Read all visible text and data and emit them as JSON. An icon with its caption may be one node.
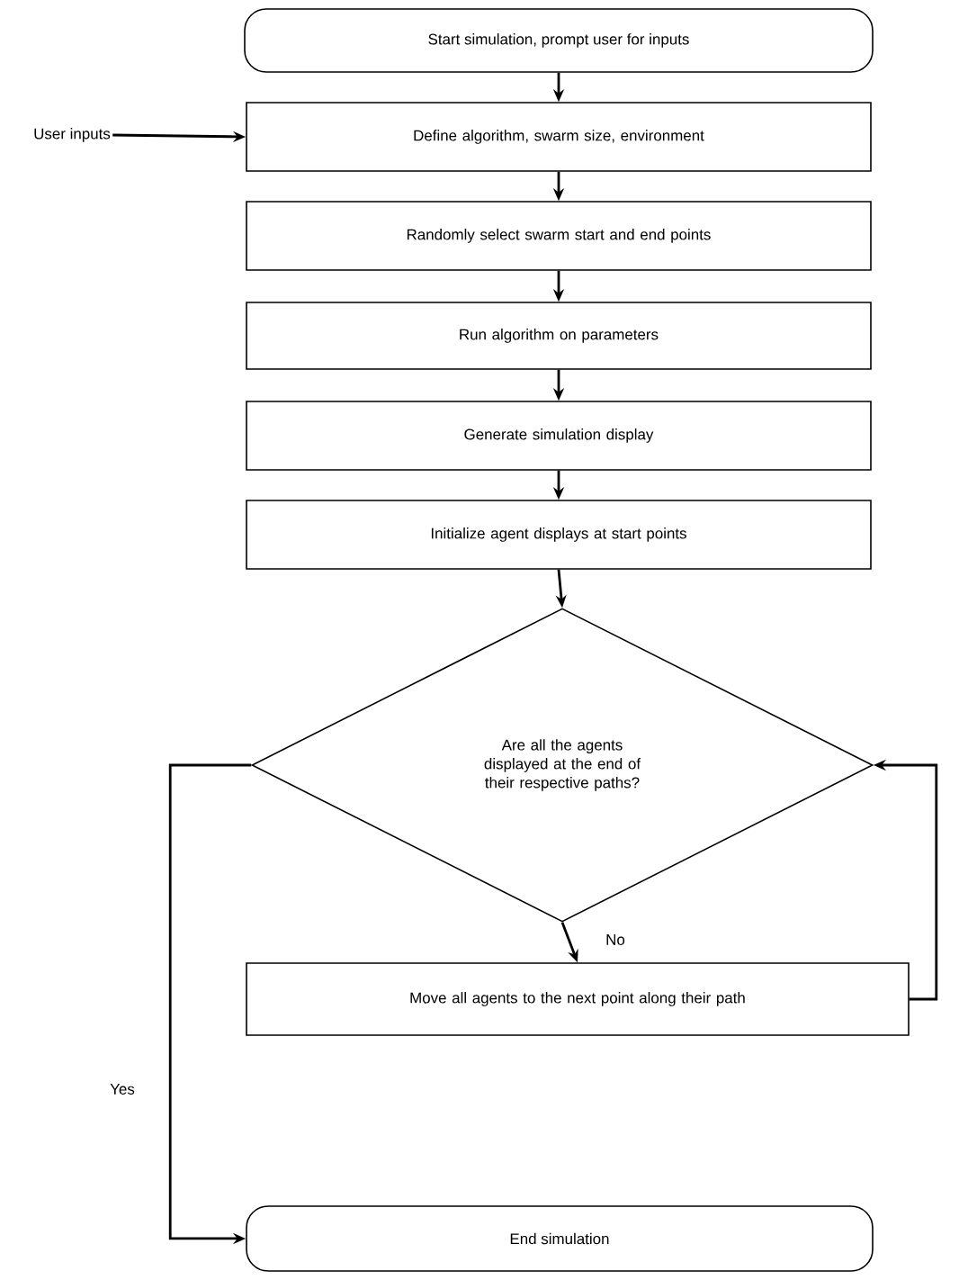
{
  "diagram": {
    "nodes": [
      {
        "text": [
          "Start simulation, prompt user for inputs"
        ]
      },
      {
        "text": [
          "User inputs"
        ]
      },
      {
        "text": [
          "Define algorithm, swarm size, environment"
        ]
      },
      {
        "text": [
          "Randomly select swarm start and end points"
        ]
      },
      {
        "text": [
          "Run algorithm on parameters"
        ]
      },
      {
        "text": [
          "Generate simulation display"
        ]
      },
      {
        "text": [
          "Initialize agent displays at start points"
        ]
      },
      {
        "text": [
          "Are all the agents displayed at the end of their respective paths?"
        ]
      },
      {
        "text": [
          "Move all agents to the next point along their path"
        ]
      },
      {
        "text": [
          "End simulation"
        ]
      }
    ],
    "edges": [
      {
        "from": 0,
        "to": 2,
        "arrow": "to"
      },
      {
        "from": 1,
        "to": 2,
        "arrow": "to"
      },
      {
        "from": 2,
        "to": 3,
        "arrow": "to"
      },
      {
        "from": 3,
        "to": 4,
        "arrow": "to"
      },
      {
        "from": 4,
        "to": 5,
        "arrow": "to"
      },
      {
        "from": 5,
        "to": 6,
        "arrow": "to"
      },
      {
        "from": 6,
        "to": 7,
        "arrow": "to"
      },
      {
        "from": 7,
        "to": 8,
        "arrow": "to",
        "label": "No"
      },
      {
        "from": 8,
        "to": 7,
        "arrow": "to"
      },
      {
        "from": 7,
        "to": 9,
        "arrow": "to",
        "label": "Yes"
      }
    ]
  }
}
